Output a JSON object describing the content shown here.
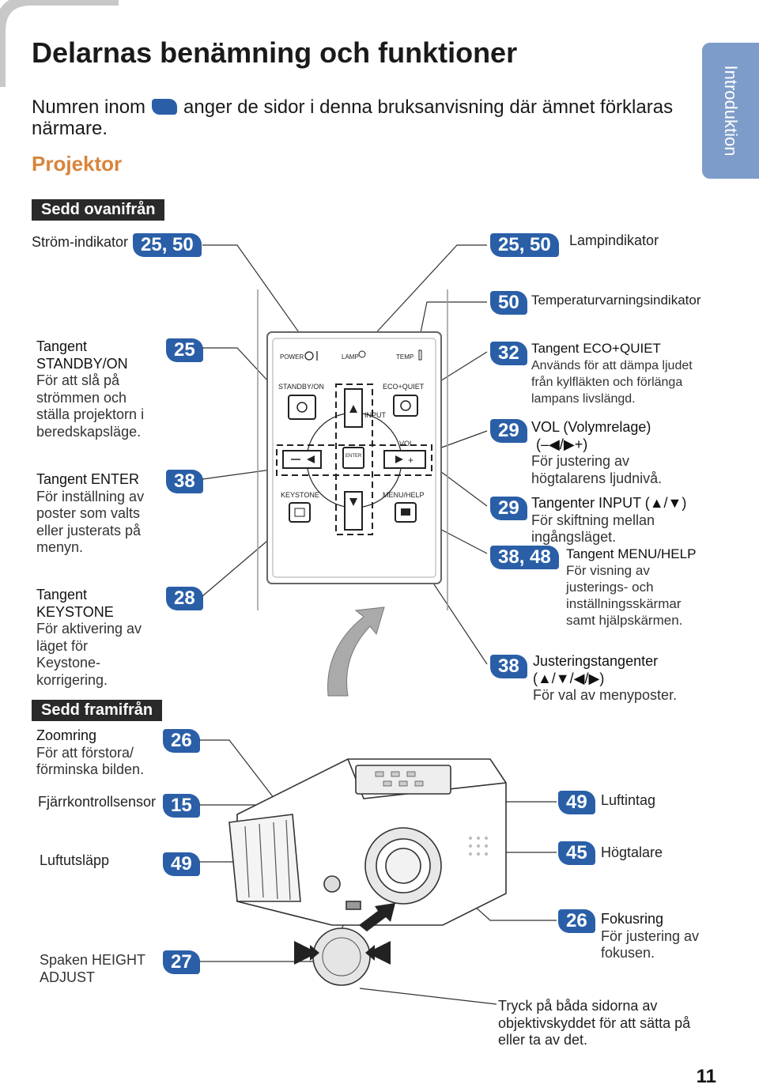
{
  "header": {
    "title": "Delarnas benämning och funktioner",
    "intro_before": "Numren inom",
    "intro_after": "anger de sidor i denna bruksanvisning där ämnet förklaras närmare.",
    "section": "Projektor",
    "side_tab": "Introduktion"
  },
  "top_view": {
    "heading": "Sedd ovanifrån",
    "power_indicator": {
      "label": "Ström-indikator",
      "pages": "25, 50"
    },
    "lamp_indicator": {
      "label": "Lampindikator",
      "pages": "25, 50"
    },
    "temp_indicator": {
      "label": "Temperaturvarningsindikator",
      "pages": "50"
    },
    "standby": {
      "title": "Tangent STANDBY/ON",
      "desc": "För att slå på strömmen och ställa projektorn i beredskapsläge.",
      "pages": "25"
    },
    "enter": {
      "title": "Tangent ENTER",
      "desc": "För inställning av poster som valts eller justerats på menyn.",
      "pages": "38"
    },
    "keystone": {
      "title": "Tangent KEYSTONE",
      "desc": "För aktivering av läget för Keystone-korrigering.",
      "pages": "28"
    },
    "eco": {
      "title": "Tangent ECO+QUIET",
      "desc": "Används för att dämpa ljudet från kylfläkten och förlänga lampans livslängd.",
      "pages": "32"
    },
    "vol": {
      "title": "VOL (Volymrelage)",
      "symbols": "(–◀/▶+)",
      "desc": "För justering av högtalarens ljudnivå.",
      "pages": "29"
    },
    "input": {
      "title": "Tangenter INPUT (▲/▼)",
      "desc": "För skiftning mellan ingångsläget.",
      "pages": "29"
    },
    "menu": {
      "title": "Tangent MENU/HELP",
      "desc": "För visning av justerings- och inställningsskärmar samt hjälpskärmen.",
      "pages": "38, 48"
    },
    "adjust": {
      "title": "Justeringstangenter",
      "symbols": "(▲/▼/◀/▶)",
      "desc": "För val av menyposter.",
      "pages": "38"
    }
  },
  "panel": {
    "power": "POWER",
    "lamp": "LAMP",
    "temp": "TEMP",
    "standby": "STANDBY/ON",
    "eco": "ECO+QUIET",
    "input": "INPUT",
    "vol": "VOL",
    "enter": "ENTER",
    "keystone": "KEYSTONE",
    "menu": "MENU/HELP"
  },
  "front_view": {
    "heading": "Sedd framifrån",
    "zoom": {
      "title": "Zoomring",
      "desc": "För att förstora/ förminska bilden.",
      "pages": "26"
    },
    "remote_sensor": {
      "label": "Fjärrkontrollsensor",
      "pages": "15"
    },
    "exhaust": {
      "label": "Luftutsläpp",
      "pages": "49"
    },
    "height": {
      "label": "Spaken HEIGHT ADJUST",
      "pages": "27"
    },
    "intake": {
      "label": "Luftintag",
      "pages": "49"
    },
    "speaker": {
      "label": "Högtalare",
      "pages": "45"
    },
    "focus": {
      "title": "Fokusring",
      "desc": "För justering av fokusen.",
      "pages": "26"
    },
    "lens_cap_note": "Tryck på båda sidorna av objektivskyddet för att sätta på eller ta av det."
  },
  "page_number": "11",
  "colors": {
    "badge": "#2a5fa8",
    "section": "#d9843a",
    "side_tab": "#7d9cc9"
  }
}
